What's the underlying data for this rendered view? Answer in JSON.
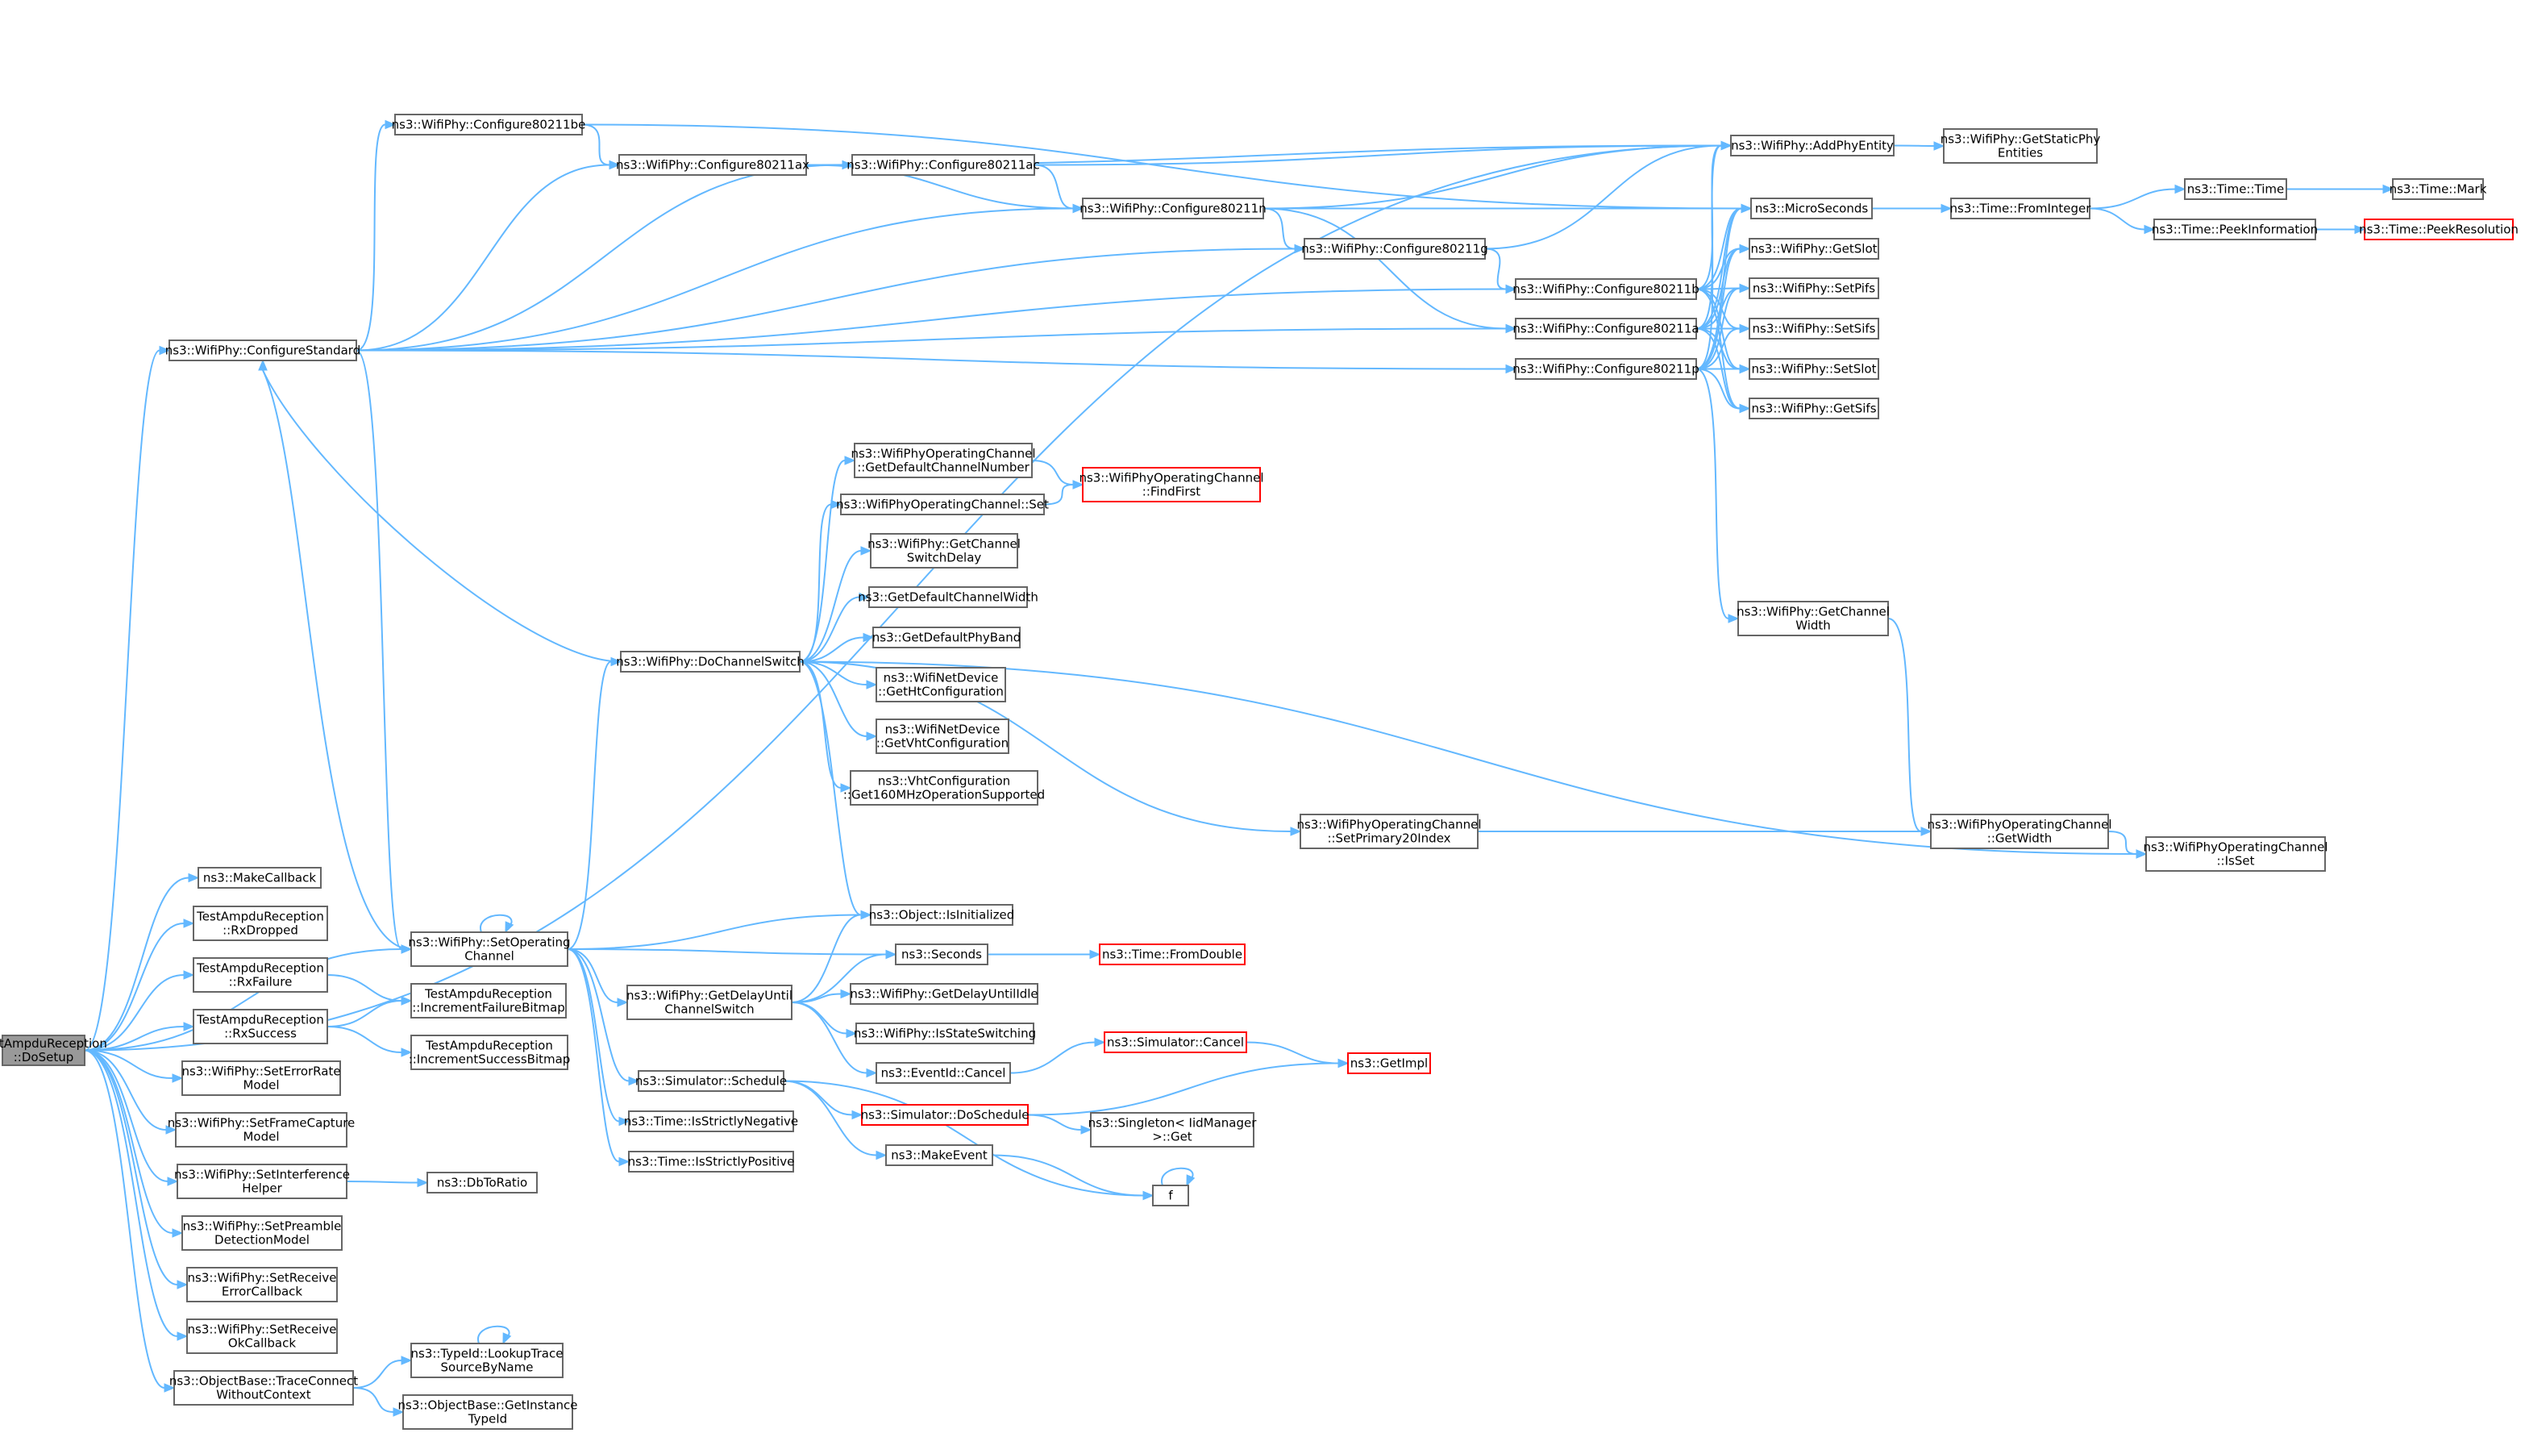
{
  "nodes": [
    {
      "id": "root",
      "lines": [
        "TestAmpduReception",
        "::DoSetup"
      ],
      "color": "root"
    },
    {
      "id": "configureStandard",
      "lines": [
        "ns3::WifiPhy::ConfigureStandard"
      ]
    },
    {
      "id": "c80211be",
      "lines": [
        "ns3::WifiPhy::Configure80211be"
      ]
    },
    {
      "id": "c80211ax",
      "lines": [
        "ns3::WifiPhy::Configure80211ax"
      ]
    },
    {
      "id": "c80211ac",
      "lines": [
        "ns3::WifiPhy::Configure80211ac"
      ]
    },
    {
      "id": "c80211n",
      "lines": [
        "ns3::WifiPhy::Configure80211n"
      ]
    },
    {
      "id": "c80211g",
      "lines": [
        "ns3::WifiPhy::Configure80211g"
      ]
    },
    {
      "id": "c80211b",
      "lines": [
        "ns3::WifiPhy::Configure80211b"
      ]
    },
    {
      "id": "c80211a",
      "lines": [
        "ns3::WifiPhy::Configure80211a"
      ]
    },
    {
      "id": "c80211p",
      "lines": [
        "ns3::WifiPhy::Configure80211p"
      ]
    },
    {
      "id": "addPhyEntity",
      "lines": [
        "ns3::WifiPhy::AddPhyEntity"
      ]
    },
    {
      "id": "getStaticPhy",
      "lines": [
        "ns3::WifiPhy::GetStaticPhy",
        "Entities"
      ]
    },
    {
      "id": "microSeconds",
      "lines": [
        "ns3::MicroSeconds"
      ]
    },
    {
      "id": "fromInteger",
      "lines": [
        "ns3::Time::FromInteger"
      ]
    },
    {
      "id": "timeTime",
      "lines": [
        "ns3::Time::Time"
      ]
    },
    {
      "id": "timeMark",
      "lines": [
        "ns3::Time::Mark"
      ]
    },
    {
      "id": "peekInformation",
      "lines": [
        "ns3::Time::PeekInformation"
      ]
    },
    {
      "id": "peekResolution",
      "lines": [
        "ns3::Time::PeekResolution"
      ],
      "color": "red"
    },
    {
      "id": "getSlot",
      "lines": [
        "ns3::WifiPhy::GetSlot"
      ]
    },
    {
      "id": "setPifs",
      "lines": [
        "ns3::WifiPhy::SetPifs"
      ]
    },
    {
      "id": "setSifs",
      "lines": [
        "ns3::WifiPhy::SetSifs"
      ]
    },
    {
      "id": "setSlot",
      "lines": [
        "ns3::WifiPhy::SetSlot"
      ]
    },
    {
      "id": "getSifs",
      "lines": [
        "ns3::WifiPhy::GetSifs"
      ]
    },
    {
      "id": "getChannelWidth",
      "lines": [
        "ns3::WifiPhy::GetChannel",
        "Width"
      ]
    },
    {
      "id": "getDefaultChannelNumber",
      "lines": [
        "ns3::WifiPhyOperatingChannel",
        "::GetDefaultChannelNumber"
      ]
    },
    {
      "id": "findFirst",
      "lines": [
        "ns3::WifiPhyOperatingChannel",
        "::FindFirst"
      ],
      "color": "red"
    },
    {
      "id": "opChannelSet",
      "lines": [
        "ns3::WifiPhyOperatingChannel::Set"
      ]
    },
    {
      "id": "getChannelSwitchDelay",
      "lines": [
        "ns3::WifiPhy::GetChannel",
        "SwitchDelay"
      ]
    },
    {
      "id": "getDefaultChannelWidth",
      "lines": [
        "ns3::GetDefaultChannelWidth"
      ]
    },
    {
      "id": "getDefaultPhyBand",
      "lines": [
        "ns3::GetDefaultPhyBand"
      ]
    },
    {
      "id": "doChannelSwitch",
      "lines": [
        "ns3::WifiPhy::DoChannelSwitch"
      ]
    },
    {
      "id": "getHtConfiguration",
      "lines": [
        "ns3::WifiNetDevice",
        "::GetHtConfiguration"
      ]
    },
    {
      "id": "getVhtConfiguration",
      "lines": [
        "ns3::WifiNetDevice",
        "::GetVhtConfiguration"
      ]
    },
    {
      "id": "get160MHz",
      "lines": [
        "ns3::VhtConfiguration",
        "::Get160MHzOperationSupported"
      ]
    },
    {
      "id": "setPrimary20Index",
      "lines": [
        "ns3::WifiPhyOperatingChannel",
        "::SetPrimary20Index"
      ]
    },
    {
      "id": "opChannelGetWidth",
      "lines": [
        "ns3::WifiPhyOperatingChannel",
        "::GetWidth"
      ]
    },
    {
      "id": "opChannelIsSet",
      "lines": [
        "ns3::WifiPhyOperatingChannel",
        "::IsSet"
      ]
    },
    {
      "id": "makeCallback",
      "lines": [
        "ns3::MakeCallback"
      ]
    },
    {
      "id": "rxDropped",
      "lines": [
        "TestAmpduReception",
        "::RxDropped"
      ]
    },
    {
      "id": "rxFailure",
      "lines": [
        "TestAmpduReception",
        "::RxFailure"
      ]
    },
    {
      "id": "rxSuccess",
      "lines": [
        "TestAmpduReception",
        "::RxSuccess"
      ]
    },
    {
      "id": "incFailure",
      "lines": [
        "TestAmpduReception",
        "::IncrementFailureBitmap"
      ]
    },
    {
      "id": "incSuccess",
      "lines": [
        "TestAmpduReception",
        "::IncrementSuccessBitmap"
      ]
    },
    {
      "id": "setOperatingChannel",
      "lines": [
        "ns3::WifiPhy::SetOperating",
        "Channel"
      ]
    },
    {
      "id": "isInitialized",
      "lines": [
        "ns3::Object::IsInitialized"
      ]
    },
    {
      "id": "seconds",
      "lines": [
        "ns3::Seconds"
      ]
    },
    {
      "id": "fromDouble",
      "lines": [
        "ns3::Time::FromDouble"
      ],
      "color": "red"
    },
    {
      "id": "getDelayUntil",
      "lines": [
        "ns3::WifiPhy::GetDelayUntil",
        "ChannelSwitch"
      ]
    },
    {
      "id": "getDelayUntilIdle",
      "lines": [
        "ns3::WifiPhy::GetDelayUntilIdle"
      ]
    },
    {
      "id": "isStateSwitching",
      "lines": [
        "ns3::WifiPhy::IsStateSwitching"
      ]
    },
    {
      "id": "eventIdCancel",
      "lines": [
        "ns3::EventId::Cancel"
      ]
    },
    {
      "id": "simulatorCancel",
      "lines": [
        "ns3::Simulator::Cancel"
      ],
      "color": "red"
    },
    {
      "id": "getImpl",
      "lines": [
        "ns3::GetImpl"
      ],
      "color": "red"
    },
    {
      "id": "simulatorSchedule",
      "lines": [
        "ns3::Simulator::Schedule"
      ]
    },
    {
      "id": "doSchedule",
      "lines": [
        "ns3::Simulator::DoSchedule"
      ],
      "color": "red"
    },
    {
      "id": "singletonGet",
      "lines": [
        "ns3::Singleton< IidManager",
        ">::Get"
      ]
    },
    {
      "id": "makeEvent",
      "lines": [
        "ns3::MakeEvent"
      ]
    },
    {
      "id": "f",
      "lines": [
        "f"
      ]
    },
    {
      "id": "isStrictlyNegative",
      "lines": [
        "ns3::Time::IsStrictlyNegative"
      ]
    },
    {
      "id": "isStrictlyPositive",
      "lines": [
        "ns3::Time::IsStrictlyPositive"
      ]
    },
    {
      "id": "setErrorRateModel",
      "lines": [
        "ns3::WifiPhy::SetErrorRate",
        "Model"
      ]
    },
    {
      "id": "setFrameCaptureModel",
      "lines": [
        "ns3::WifiPhy::SetFrameCapture",
        "Model"
      ]
    },
    {
      "id": "setInterferenceHelper",
      "lines": [
        "ns3::WifiPhy::SetInterference",
        "Helper"
      ]
    },
    {
      "id": "dbToRatio",
      "lines": [
        "ns3::DbToRatio"
      ]
    },
    {
      "id": "setPreambleDetection",
      "lines": [
        "ns3::WifiPhy::SetPreamble",
        "DetectionModel"
      ]
    },
    {
      "id": "setReceiveError",
      "lines": [
        "ns3::WifiPhy::SetReceive",
        "ErrorCallback"
      ]
    },
    {
      "id": "setReceiveOk",
      "lines": [
        "ns3::WifiPhy::SetReceive",
        "OkCallback"
      ]
    },
    {
      "id": "traceConnect",
      "lines": [
        "ns3::ObjectBase::TraceConnect",
        "WithoutContext"
      ]
    },
    {
      "id": "lookupTrace",
      "lines": [
        "ns3::TypeId::LookupTrace",
        "SourceByName"
      ]
    },
    {
      "id": "getInstanceTypeId",
      "lines": [
        "ns3::ObjectBase::GetInstance",
        "TypeId"
      ]
    }
  ],
  "edges": [
    [
      "root",
      "configureStandard"
    ],
    [
      "root",
      "addPhyEntity"
    ],
    [
      "root",
      "makeCallback"
    ],
    [
      "root",
      "rxDropped"
    ],
    [
      "root",
      "rxFailure"
    ],
    [
      "root",
      "rxSuccess"
    ],
    [
      "root",
      "setOperatingChannel"
    ],
    [
      "root",
      "setErrorRateModel"
    ],
    [
      "root",
      "setFrameCaptureModel"
    ],
    [
      "root",
      "setInterferenceHelper"
    ],
    [
      "root",
      "setPreambleDetection"
    ],
    [
      "root",
      "setReceiveError"
    ],
    [
      "root",
      "setReceiveOk"
    ],
    [
      "root",
      "traceConnect"
    ],
    [
      "configureStandard",
      "c80211be"
    ],
    [
      "configureStandard",
      "c80211ax"
    ],
    [
      "configureStandard",
      "c80211ac"
    ],
    [
      "configureStandard",
      "c80211n"
    ],
    [
      "configureStandard",
      "c80211g"
    ],
    [
      "configureStandard",
      "c80211b"
    ],
    [
      "configureStandard",
      "c80211a"
    ],
    [
      "configureStandard",
      "c80211p"
    ],
    [
      "configureStandard",
      "setOperatingChannel"
    ],
    [
      "c80211be",
      "c80211ax"
    ],
    [
      "c80211be",
      "microSeconds"
    ],
    [
      "c80211ax",
      "c80211ac"
    ],
    [
      "c80211ax",
      "c80211n"
    ],
    [
      "c80211ax",
      "addPhyEntity"
    ],
    [
      "c80211ac",
      "c80211n"
    ],
    [
      "c80211ac",
      "addPhyEntity"
    ],
    [
      "c80211n",
      "c80211g"
    ],
    [
      "c80211n",
      "c80211a"
    ],
    [
      "c80211n",
      "addPhyEntity"
    ],
    [
      "c80211n",
      "microSeconds"
    ],
    [
      "c80211g",
      "c80211b"
    ],
    [
      "c80211g",
      "addPhyEntity"
    ],
    [
      "c80211b",
      "addPhyEntity"
    ],
    [
      "c80211b",
      "microSeconds"
    ],
    [
      "c80211b",
      "getSlot"
    ],
    [
      "c80211b",
      "setPifs"
    ],
    [
      "c80211b",
      "setSifs"
    ],
    [
      "c80211b",
      "setSlot"
    ],
    [
      "c80211b",
      "getSifs"
    ],
    [
      "c80211a",
      "addPhyEntity"
    ],
    [
      "c80211a",
      "microSeconds"
    ],
    [
      "c80211a",
      "getSlot"
    ],
    [
      "c80211a",
      "setPifs"
    ],
    [
      "c80211a",
      "setSifs"
    ],
    [
      "c80211a",
      "setSlot"
    ],
    [
      "c80211a",
      "getSifs"
    ],
    [
      "c80211p",
      "addPhyEntity"
    ],
    [
      "c80211p",
      "microSeconds"
    ],
    [
      "c80211p",
      "getSlot"
    ],
    [
      "c80211p",
      "setPifs"
    ],
    [
      "c80211p",
      "setSifs"
    ],
    [
      "c80211p",
      "setSlot"
    ],
    [
      "c80211p",
      "getSifs"
    ],
    [
      "c80211p",
      "getChannelWidth"
    ],
    [
      "addPhyEntity",
      "getStaticPhy"
    ],
    [
      "microSeconds",
      "fromInteger"
    ],
    [
      "fromInteger",
      "timeTime"
    ],
    [
      "fromInteger",
      "peekInformation"
    ],
    [
      "timeTime",
      "timeMark"
    ],
    [
      "peekInformation",
      "peekResolution"
    ],
    [
      "getChannelWidth",
      "opChannelGetWidth"
    ],
    [
      "opChannelGetWidth",
      "opChannelIsSet"
    ],
    [
      "getDefaultChannelNumber",
      "findFirst"
    ],
    [
      "opChannelSet",
      "findFirst"
    ],
    [
      "doChannelSwitch",
      "getDefaultChannelNumber"
    ],
    [
      "doChannelSwitch",
      "opChannelSet"
    ],
    [
      "doChannelSwitch",
      "getChannelSwitchDelay"
    ],
    [
      "doChannelSwitch",
      "getDefaultChannelWidth"
    ],
    [
      "doChannelSwitch",
      "getDefaultPhyBand"
    ],
    [
      "doChannelSwitch",
      "getHtConfiguration"
    ],
    [
      "doChannelSwitch",
      "getVhtConfiguration"
    ],
    [
      "doChannelSwitch",
      "get160MHz"
    ],
    [
      "doChannelSwitch",
      "setPrimary20Index"
    ],
    [
      "doChannelSwitch",
      "isInitialized"
    ],
    [
      "doChannelSwitch",
      "configureStandard"
    ],
    [
      "doChannelSwitch",
      "opChannelIsSet"
    ],
    [
      "setPrimary20Index",
      "opChannelGetWidth"
    ],
    [
      "setOperatingChannel",
      "setOperatingChannel"
    ],
    [
      "setOperatingChannel",
      "doChannelSwitch"
    ],
    [
      "setOperatingChannel",
      "isInitialized"
    ],
    [
      "setOperatingChannel",
      "seconds"
    ],
    [
      "setOperatingChannel",
      "getDelayUntil"
    ],
    [
      "setOperatingChannel",
      "simulatorSchedule"
    ],
    [
      "setOperatingChannel",
      "isStrictlyNegative"
    ],
    [
      "setOperatingChannel",
      "isStrictlyPositive"
    ],
    [
      "setOperatingChannel",
      "configureStandard"
    ],
    [
      "rxFailure",
      "incFailure"
    ],
    [
      "rxSuccess",
      "incFailure"
    ],
    [
      "rxSuccess",
      "incSuccess"
    ],
    [
      "seconds",
      "fromDouble"
    ],
    [
      "getDelayUntil",
      "isInitialized"
    ],
    [
      "getDelayUntil",
      "seconds"
    ],
    [
      "getDelayUntil",
      "getDelayUntilIdle"
    ],
    [
      "getDelayUntil",
      "isStateSwitching"
    ],
    [
      "getDelayUntil",
      "eventIdCancel"
    ],
    [
      "eventIdCancel",
      "simulatorCancel"
    ],
    [
      "simulatorCancel",
      "getImpl"
    ],
    [
      "simulatorSchedule",
      "doSchedule"
    ],
    [
      "simulatorSchedule",
      "makeEvent"
    ],
    [
      "simulatorSchedule",
      "f"
    ],
    [
      "doSchedule",
      "getImpl"
    ],
    [
      "doSchedule",
      "singletonGet"
    ],
    [
      "makeEvent",
      "f"
    ],
    [
      "f",
      "f"
    ],
    [
      "setInterferenceHelper",
      "dbToRatio"
    ],
    [
      "traceConnect",
      "lookupTrace"
    ],
    [
      "traceConnect",
      "getInstanceTypeId"
    ],
    [
      "lookupTrace",
      "lookupTrace"
    ]
  ]
}
